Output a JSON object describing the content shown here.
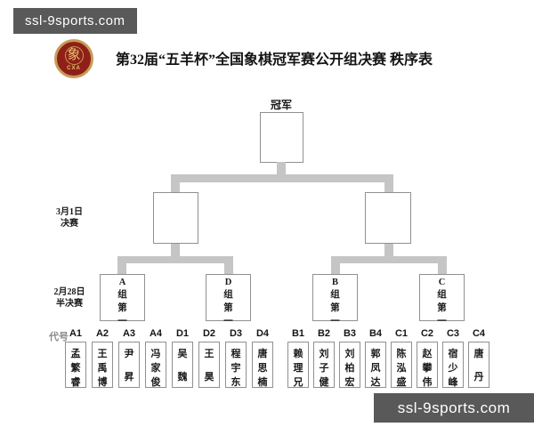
{
  "colors": {
    "watermark_bg": "#595959",
    "watermark_text": "#ffffff",
    "connector": "#c5c5c5",
    "box_border": "#909090",
    "logo_red": "#8e2017",
    "logo_gold": "#c89b58"
  },
  "watermarks": {
    "top_left": "ssl-9sports.com",
    "bottom_right": "ssl-9sports.com"
  },
  "header": {
    "title": "第32届“五羊杯”全国象棋冠军赛公开组决赛 秩序表",
    "logo": {
      "symbol": "象",
      "caption": "CXA"
    }
  },
  "bracket": {
    "champion_label": "冠军",
    "final_round": {
      "date": "3月1日",
      "label": "决赛"
    },
    "semifinal_round": {
      "date": "2月28日",
      "label": "半决赛"
    },
    "semifinal_slots": [
      {
        "group": "A",
        "label": "A组第一"
      },
      {
        "group": "D",
        "label": "D组第一"
      },
      {
        "group": "B",
        "label": "B组第一"
      },
      {
        "group": "C",
        "label": "C组第一"
      }
    ]
  },
  "players": {
    "row_label": "代号",
    "entries": [
      {
        "code": "A1",
        "name": "孟繁睿"
      },
      {
        "code": "A2",
        "name": "王禹博"
      },
      {
        "code": "A3",
        "name": "尹昇"
      },
      {
        "code": "A4",
        "name": "冯家俊"
      },
      {
        "code": "D1",
        "name": "吴魏"
      },
      {
        "code": "D2",
        "name": "王昊"
      },
      {
        "code": "D3",
        "name": "程宇东"
      },
      {
        "code": "D4",
        "name": "唐思楠"
      },
      {
        "code": "B1",
        "name": "赖理兄"
      },
      {
        "code": "B2",
        "name": "刘子健"
      },
      {
        "code": "B3",
        "name": "刘柏宏"
      },
      {
        "code": "B4",
        "name": "郭凤达"
      },
      {
        "code": "C1",
        "name": "陈泓盛"
      },
      {
        "code": "C2",
        "name": "赵攀伟"
      },
      {
        "code": "C3",
        "name": "宿少峰"
      },
      {
        "code": "C4",
        "name": "唐丹"
      }
    ]
  }
}
